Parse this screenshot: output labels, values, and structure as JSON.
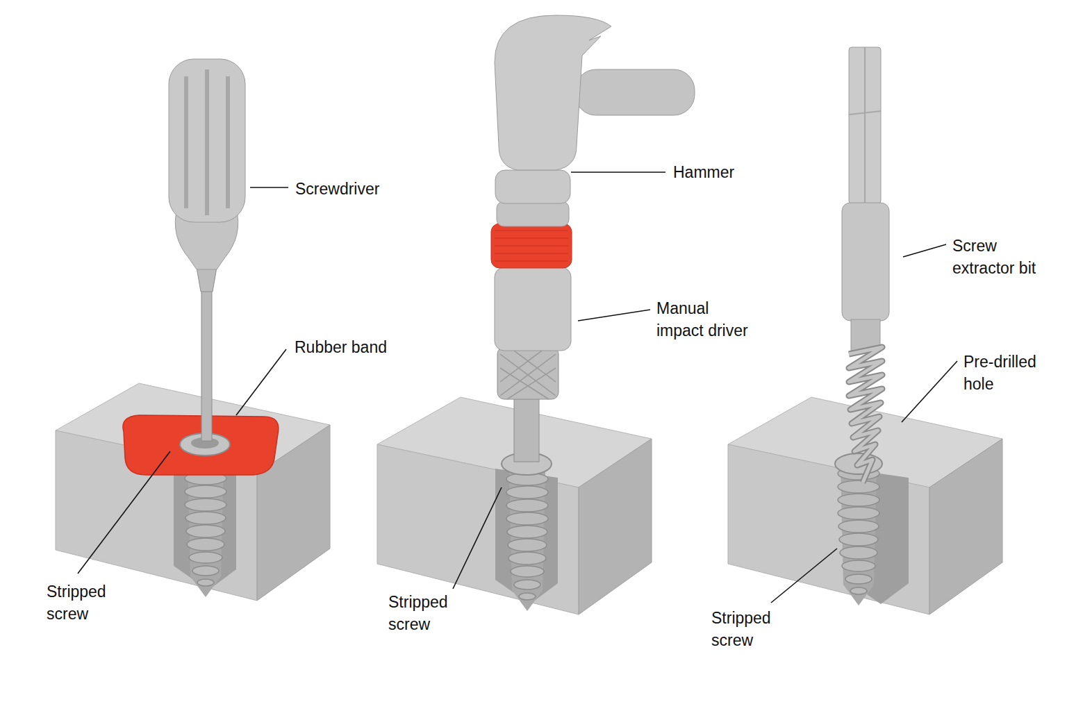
{
  "diagram": {
    "labels": [
      "Screwdriver",
      "Rubber band",
      "Stripped screw",
      "Hammer",
      "Manual impact driver",
      "Stripped screw",
      "Screw extractor bit",
      "Pre-drilled hole",
      "Stripped screw"
    ]
  }
}
